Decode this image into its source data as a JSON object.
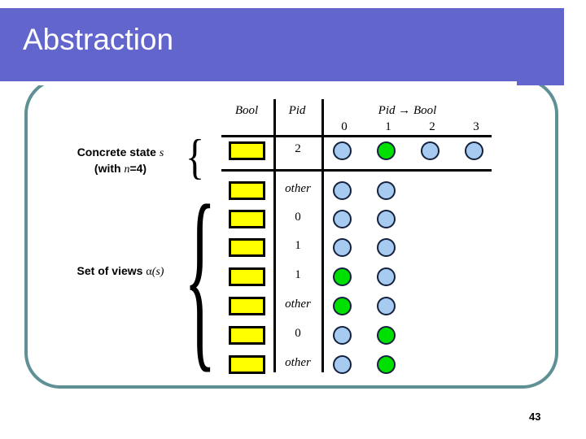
{
  "slide": {
    "title": "Abstraction",
    "page_number": "43",
    "banner_color": "#6265cb",
    "frame_color": "#5f9096",
    "bool_box_color": "#ffff00",
    "dot_blue_color": "#a6caf0",
    "dot_green_color": "#00e000"
  },
  "labels": {
    "concrete_state_prefix": "Concrete state ",
    "concrete_state_var": "s",
    "concrete_state_line2_open": "(with ",
    "concrete_state_line2_var": "n",
    "concrete_state_line2_close": "=4)",
    "views_prefix": "Set of views ",
    "views_alpha": "α",
    "views_arg": "(s)",
    "brace_glyph": "{"
  },
  "table": {
    "headers": {
      "bool": "Bool",
      "pid": "Pid",
      "map": "Pid → Bool"
    },
    "sub_headers": [
      "0",
      "1",
      "2",
      "3"
    ],
    "concrete_row": {
      "bool": "",
      "pid": "2",
      "pid_style": "num",
      "dots": [
        "blue",
        "green",
        "blue",
        "blue"
      ]
    },
    "view_rows": [
      {
        "bool": "",
        "pid": "other",
        "pid_style": "word",
        "dots": [
          "blue",
          "blue"
        ]
      },
      {
        "bool": "",
        "pid": "0",
        "pid_style": "num",
        "dots": [
          "blue",
          "blue"
        ]
      },
      {
        "bool": "",
        "pid": "1",
        "pid_style": "num",
        "dots": [
          "blue",
          "blue"
        ]
      },
      {
        "bool": "",
        "pid": "1",
        "pid_style": "num",
        "dots": [
          "green",
          "blue"
        ]
      },
      {
        "bool": "",
        "pid": "other",
        "pid_style": "word",
        "dots": [
          "green",
          "blue"
        ]
      },
      {
        "bool": "",
        "pid": "0",
        "pid_style": "num",
        "dots": [
          "blue",
          "green"
        ]
      },
      {
        "bool": "",
        "pid": "other",
        "pid_style": "word",
        "dots": [
          "blue",
          "green"
        ]
      }
    ]
  }
}
